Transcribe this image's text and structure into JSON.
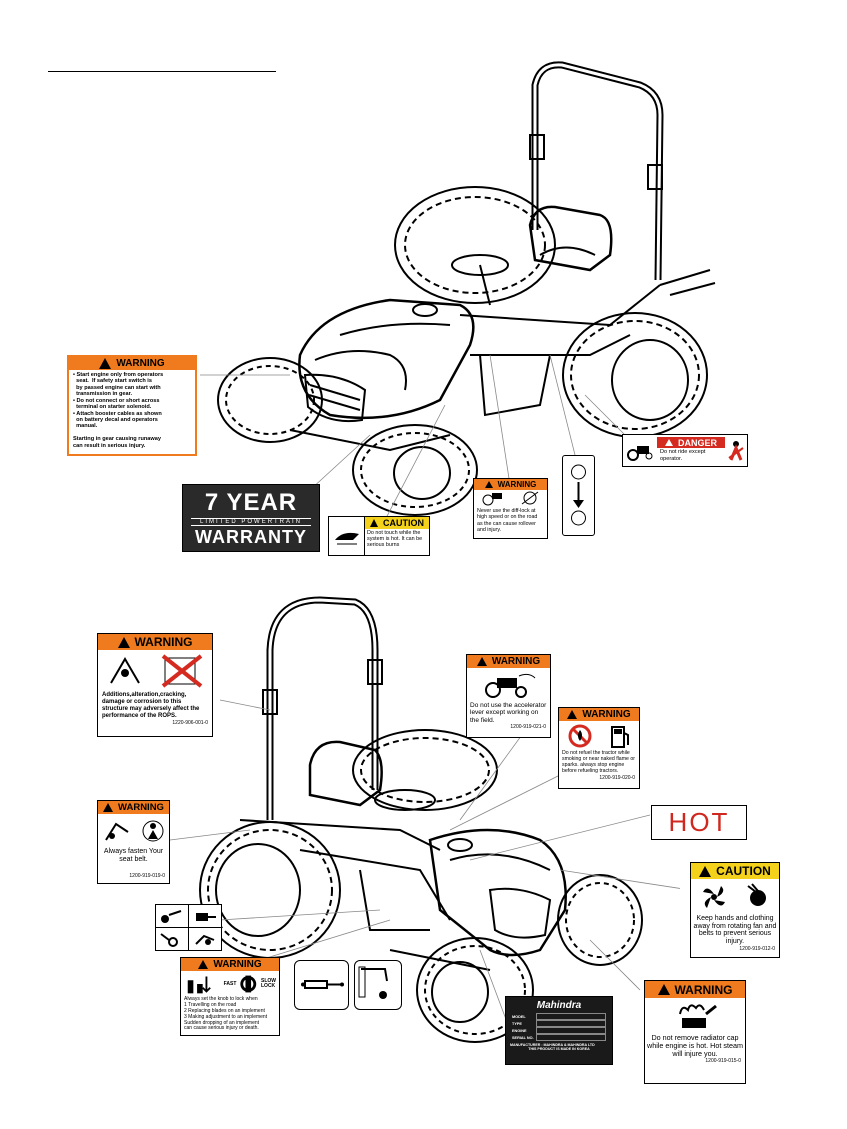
{
  "top": {
    "warning_start": {
      "header": "WARNING",
      "lines": [
        "• Start engine only from operators",
        "  seat.  If safety start switch is",
        "  by passed engine can start with",
        "  transmission in gear.",
        "• Do not connect or short across",
        "  terminal on starter solenoid.",
        "• Attach booster cables as shown",
        "  on battery decal and operators",
        "  manual.",
        "",
        "Starting in gear causing runaway",
        "can result in serious injury."
      ]
    },
    "warranty": {
      "big": "7 YEAR",
      "sub": "LIMITED POWERTRAIN",
      "bottom": "WARRANTY"
    },
    "caution_hot": {
      "header": "CAUTION",
      "text": "Do not touch while the system is hot. It can be serious burns"
    },
    "warning_diff": {
      "header": "WARNING",
      "text": "Never use the diff-lock at high speed or on the road as the can cause rollover and injury."
    },
    "danger": {
      "header": "DANGER",
      "text": "Do not ride except operator."
    }
  },
  "bottom": {
    "warning_rops": {
      "header": "WARNING",
      "text": "Additions,alteration,cracking, damage or corrosion to this structure may adversely affect the performance of the ROPS.",
      "code": "1220-906-001-0"
    },
    "warning_accel": {
      "header": "WARNING",
      "text": "Do not use the accelerator lever except working on the field.",
      "code": "1200-919-021-0"
    },
    "warning_fuel": {
      "header": "WARNING",
      "text": "Do not refuel the tractor while smoking or near naked flame or sparks. always stop engine before refueling tractors.",
      "code": "1200-919-020-0"
    },
    "warning_seatbelt": {
      "header": "WARNING",
      "text": "Always fasten Your seat belt.",
      "code": "1200-919-019-0"
    },
    "hot": "HOT",
    "caution_fan": {
      "header": "CAUTION",
      "text": "Keep hands and clothing away from rotating fan and belts to prevent serious injury.",
      "code": "1200-919-012-0"
    },
    "warning_knob": {
      "header": "WARNING",
      "fast": "FAST",
      "slow": "SLOW",
      "lock": "LOCK",
      "lines": [
        "Always set the knob to lock when",
        "1 Travelling on the road",
        "2 Replacing blades on an implement",
        "3 Making adjustment to an implement",
        "Sudden dropping of an implement",
        "can cause serious injury or death."
      ]
    },
    "warning_radiator": {
      "header": "WARNING",
      "text": "Do not remove radiator cap while engine is hot. Hot steam will injure you.",
      "code": "1200-919-015-0"
    },
    "plate": {
      "brand": "Mahindra",
      "fields": [
        "MODEL",
        "TYPE",
        "ENGINE",
        "SERIAL NO."
      ],
      "maker": "MANUFACTURER : MAHINDRA & MAHINDRA LTD",
      "origin": "THIS PRODUCT IS MADE IN KOREA"
    }
  }
}
